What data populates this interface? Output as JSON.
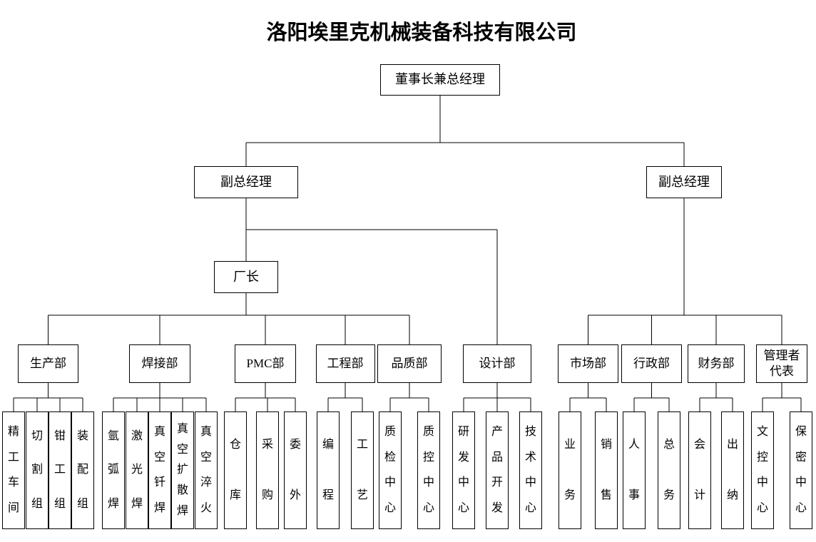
{
  "title": "洛阳埃里克机械装备科技有限公司",
  "root": {
    "label": "董事长兼总经理"
  },
  "deputies": [
    {
      "label": "副总经理"
    },
    {
      "label": "副总经理"
    }
  ],
  "factory_director": {
    "label": "厂长"
  },
  "departments": [
    {
      "label": "生产部",
      "parent": "factory_director",
      "units": [
        "精工车间",
        "切割组",
        "钳工组",
        "装配组"
      ]
    },
    {
      "label": "焊接部",
      "parent": "factory_director",
      "units": [
        "氩弧焊",
        "激光焊",
        "真空钎焊",
        "真空扩散焊",
        "真空淬火"
      ]
    },
    {
      "label": "PMC部",
      "parent": "factory_director",
      "units": [
        "仓库",
        "采购",
        "委外"
      ]
    },
    {
      "label": "工程部",
      "parent": "factory_director",
      "units": [
        "编程",
        "工艺"
      ]
    },
    {
      "label": "品质部",
      "parent": "factory_director",
      "units": [
        "质检中心",
        "质控中心"
      ]
    },
    {
      "label": "设计部",
      "parent": "deputy_left",
      "units": [
        "研发中心",
        "产品开发",
        "技术中心"
      ]
    },
    {
      "label": "市场部",
      "parent": "deputy_right",
      "units": [
        "业务",
        "销售"
      ]
    },
    {
      "label": "行政部",
      "parent": "deputy_right",
      "units": [
        "人事",
        "总务"
      ]
    },
    {
      "label": "财务部",
      "parent": "deputy_right",
      "units": [
        "会计",
        "出纳"
      ]
    },
    {
      "label": "管理者代表",
      "parent": "deputy_right",
      "units": [
        "文控中心",
        "保密中心"
      ]
    }
  ],
  "colors": {
    "line": "#000000",
    "text": "#000000",
    "background": "#ffffff",
    "box_border": "#000000"
  }
}
